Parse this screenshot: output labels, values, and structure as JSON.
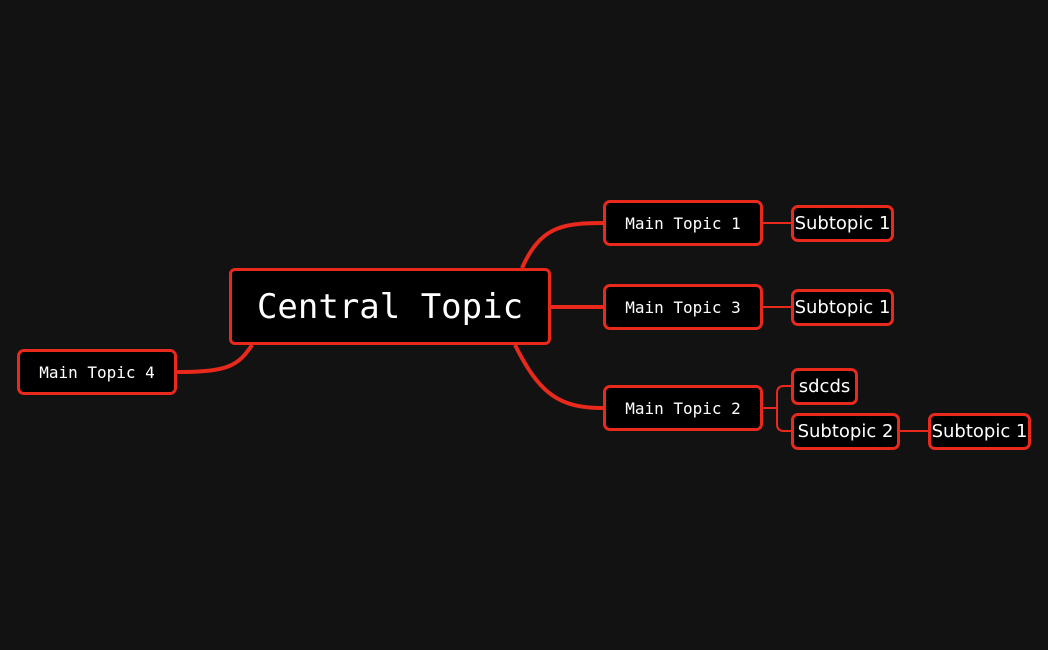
{
  "mindmap": {
    "line_color": "#e8291c",
    "background": "#121212",
    "central": {
      "label": "Central Topic"
    },
    "topics": [
      {
        "id": "mt1",
        "label": "Main Topic 1",
        "subtopics": [
          {
            "label": "Subtopic 1"
          }
        ]
      },
      {
        "id": "mt3",
        "label": "Main Topic 3",
        "subtopics": [
          {
            "label": "Subtopic 1"
          }
        ]
      },
      {
        "id": "mt2",
        "label": "Main Topic 2",
        "subtopics": [
          {
            "label": "sdcds"
          },
          {
            "label": "Subtopic 2",
            "subtopics": [
              {
                "label": "Subtopic 1"
              }
            ]
          }
        ]
      },
      {
        "id": "mt4",
        "label": "Main Topic 4",
        "subtopics": []
      }
    ]
  }
}
